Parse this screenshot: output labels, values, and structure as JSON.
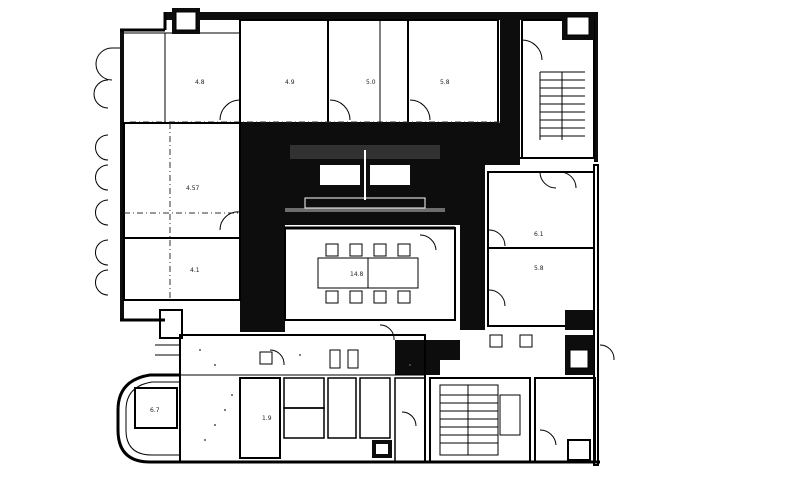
{
  "plan": {
    "rooms": [
      {
        "id": "room-a",
        "label": "4.8"
      },
      {
        "id": "room-b",
        "label": "4.9"
      },
      {
        "id": "room-c",
        "label": "5.0"
      },
      {
        "id": "room-d",
        "label": "5.8"
      },
      {
        "id": "room-e",
        "label": "4.57"
      },
      {
        "id": "room-f",
        "label": "4.1"
      },
      {
        "id": "room-g",
        "label": "6.1"
      },
      {
        "id": "room-h",
        "label": "5.8"
      },
      {
        "id": "room-i",
        "label": "6.7"
      },
      {
        "id": "room-j",
        "label": "1.9"
      }
    ],
    "meeting_room_label": "14.8"
  }
}
